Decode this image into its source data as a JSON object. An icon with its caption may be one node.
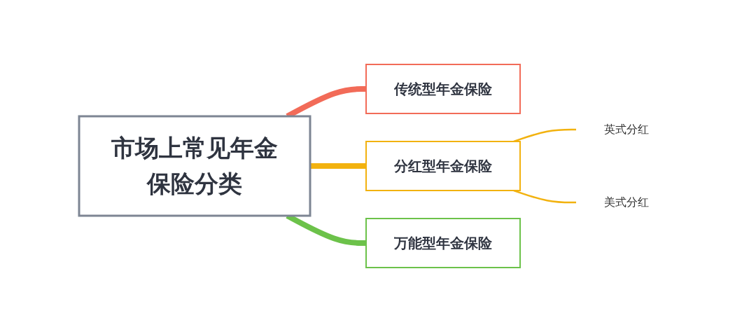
{
  "diagram": {
    "nodes": [
      {
        "text": [
          "市场上常见年金保险分类"
        ]
      },
      {
        "text": [
          "传统型年金保险"
        ]
      },
      {
        "text": [
          "分红型年金保险"
        ]
      },
      {
        "text": [
          "万能型年金保险"
        ]
      },
      {
        "text": [
          "英式分红"
        ]
      },
      {
        "text": [
          "美式分红"
        ]
      }
    ],
    "edges": [
      {
        "from": 0,
        "to": 1,
        "arrow": "none",
        "color": "#f26b58"
      },
      {
        "from": 0,
        "to": 2,
        "arrow": "none"
      },
      {
        "from": 0,
        "to": 3,
        "arrow": "none",
        "color": "#6cc24a"
      },
      {
        "from": 2,
        "to": 4,
        "arrow": "none"
      },
      {
        "from": 2,
        "to": 5,
        "arrow": "none"
      }
    ]
  }
}
